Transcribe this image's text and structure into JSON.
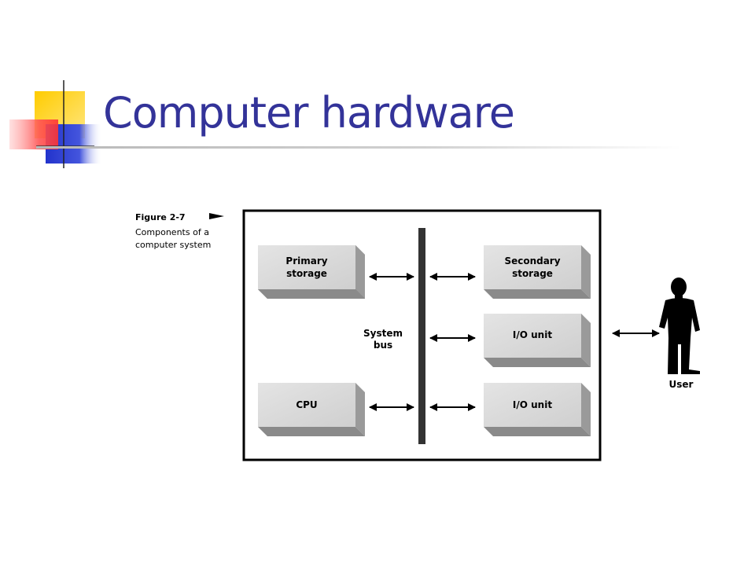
{
  "slide": {
    "title": "Computer hardware"
  },
  "figure": {
    "caption_title": "Figure 2-7",
    "caption_lines": [
      "Components of a",
      "computer system"
    ],
    "system_bus_label": [
      "System",
      "bus"
    ],
    "user_label": "User",
    "boxes": {
      "primary_storage": [
        "Primary",
        "storage"
      ],
      "cpu": [
        "CPU"
      ],
      "secondary_storage": [
        "Secondary",
        "storage"
      ],
      "io_unit_1": [
        "I/O unit"
      ],
      "io_unit_2": [
        "I/O unit"
      ]
    }
  },
  "colors": {
    "title": "#333399",
    "box_face": "#d9d9d9",
    "bus": "#333333"
  }
}
